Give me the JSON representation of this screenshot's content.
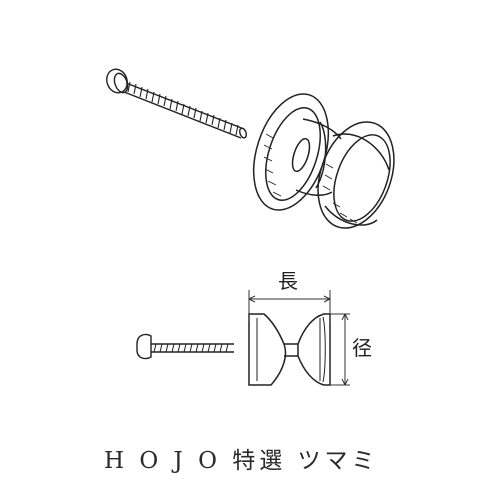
{
  "labels": {
    "length": "長",
    "diameter": "径"
  },
  "caption": "H O J O 特選 ツマミ"
}
